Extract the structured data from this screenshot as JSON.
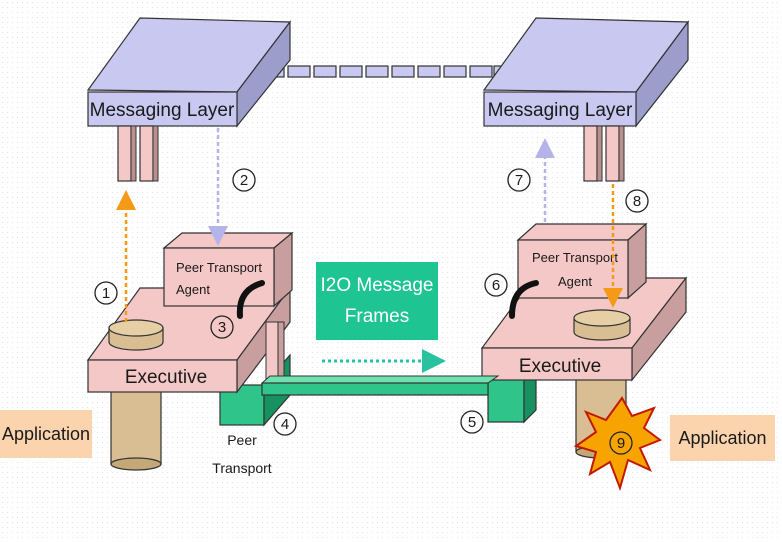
{
  "left_node": {
    "messaging_layer": "Messaging Layer",
    "pta_line1": "Peer Transport",
    "pta_line2": "Agent",
    "executive": "Executive",
    "application": "Application",
    "peer_transport_line1": "Peer",
    "peer_transport_line2": "Transport"
  },
  "right_node": {
    "messaging_layer": "Messaging Layer",
    "pta_line1": "Peer Transport",
    "pta_line2": "Agent",
    "executive": "Executive",
    "application": "Application"
  },
  "center": {
    "frames_line1": "I2O Message",
    "frames_line2": "Frames"
  },
  "steps": [
    "1",
    "2",
    "3",
    "4",
    "5",
    "6",
    "7",
    "8",
    "9"
  ],
  "colors": {
    "messaging_layer": "#c8c8f0",
    "executive": "#f5c8c8",
    "peer_transport": "#2ec48a",
    "i2o_box": "#1fc493",
    "application_box": "#fbd4ae",
    "pillar": "#d8be92",
    "arrow_orange": "#f59a16",
    "arrow_lavender": "#b4b4ea",
    "arrow_teal": "#29c2a0",
    "explosion": "#f7a400"
  }
}
